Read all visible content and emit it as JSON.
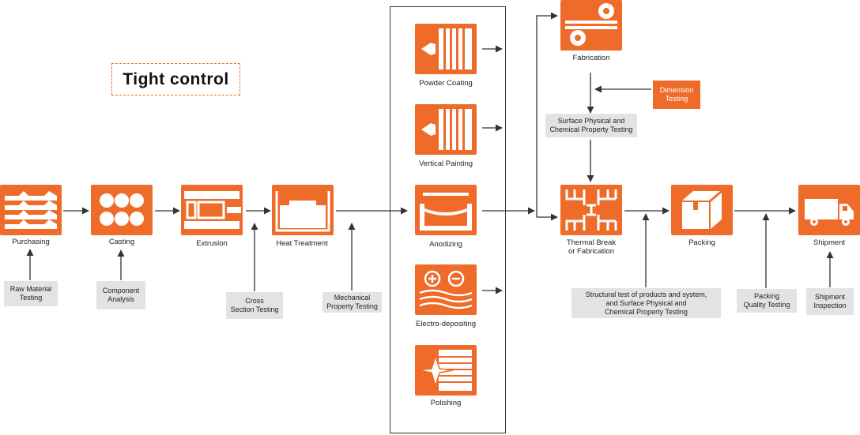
{
  "title": "Tight control",
  "colors": {
    "accent": "#ee6b2a",
    "tag_bg": "#e3e3e3",
    "line": "#333333"
  },
  "steps": {
    "purchasing": {
      "label": "Purchasing",
      "icon": "stacked-profiles-icon"
    },
    "casting": {
      "label": "Casting",
      "icon": "billets-icon"
    },
    "extrusion": {
      "label": "Extrusion",
      "icon": "extrusion-die-icon"
    },
    "heat_treatment": {
      "label": "Heat Treatment",
      "icon": "aging-oven-icon"
    },
    "powder_coating": {
      "label": "Powder Coating",
      "icon": "spray-gun-icon"
    },
    "vertical_painting": {
      "label": "Vertical Painting",
      "icon": "spray-gun-icon"
    },
    "anodizing": {
      "label": "Anodizing",
      "icon": "anodizing-tank-icon"
    },
    "electro_depositing": {
      "label": "Electro-depositing",
      "icon": "plus-minus-electrodes-icon"
    },
    "polishing": {
      "label": "Polishing",
      "icon": "sparkle-shine-icon"
    },
    "fabrication": {
      "label": "Fabrication",
      "icon": "rollers-icon"
    },
    "thermal_break": {
      "label": "Thermal Break\nor Fabrication",
      "icon": "thermal-break-profile-icon"
    },
    "packing": {
      "label": "Packing",
      "icon": "box-icon"
    },
    "shipment": {
      "label": "Shipment",
      "icon": "truck-icon"
    }
  },
  "tests": {
    "raw_material": "Raw Material\nTesting",
    "component_analysis": "Component\nAnalysis",
    "cross_section": "Cross\nSection Testing",
    "mechanical": "Mechanical\nProperty Testing",
    "dimension": "Dimension\nTesting",
    "surface_fab": "Surface Physical and\nChemical Property Testing",
    "structural": "Structural test of products and system,\nand Surface Physical and\nChemical Property Testing",
    "packing_quality": "Packing\nQuality Testing",
    "shipment_inspection": "Shipment\nInspection"
  }
}
